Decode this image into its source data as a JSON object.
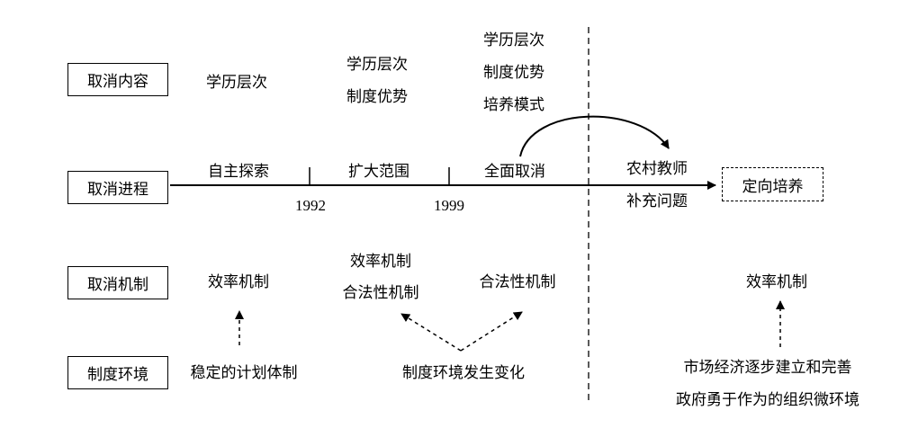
{
  "rows": {
    "content": "取消内容",
    "process": "取消进程",
    "mechanism": "取消机制",
    "environment": "制度环境"
  },
  "content": {
    "stage1": "学历层次",
    "stage2": [
      "学历层次",
      "制度优势"
    ],
    "stage3": [
      "学历层次",
      "制度优势",
      "培养模式"
    ]
  },
  "process": {
    "stage1": "自主探索",
    "stage2": "扩大范围",
    "stage3": "全面取消",
    "year1": "1992",
    "year2": "1999",
    "problem": [
      "农村教师",
      "补充问题"
    ],
    "result": "定向培养"
  },
  "mechanism": {
    "stage1": "效率机制",
    "stage2": [
      "效率机制",
      "合法性机制"
    ],
    "stage3": "合法性机制",
    "after": "效率机制"
  },
  "environment": {
    "stage1": "稳定的计划体制",
    "stage23": "制度环境发生变化",
    "after": [
      "市场经济逐步建立和完善",
      "政府勇于作为的组织微环境"
    ]
  }
}
